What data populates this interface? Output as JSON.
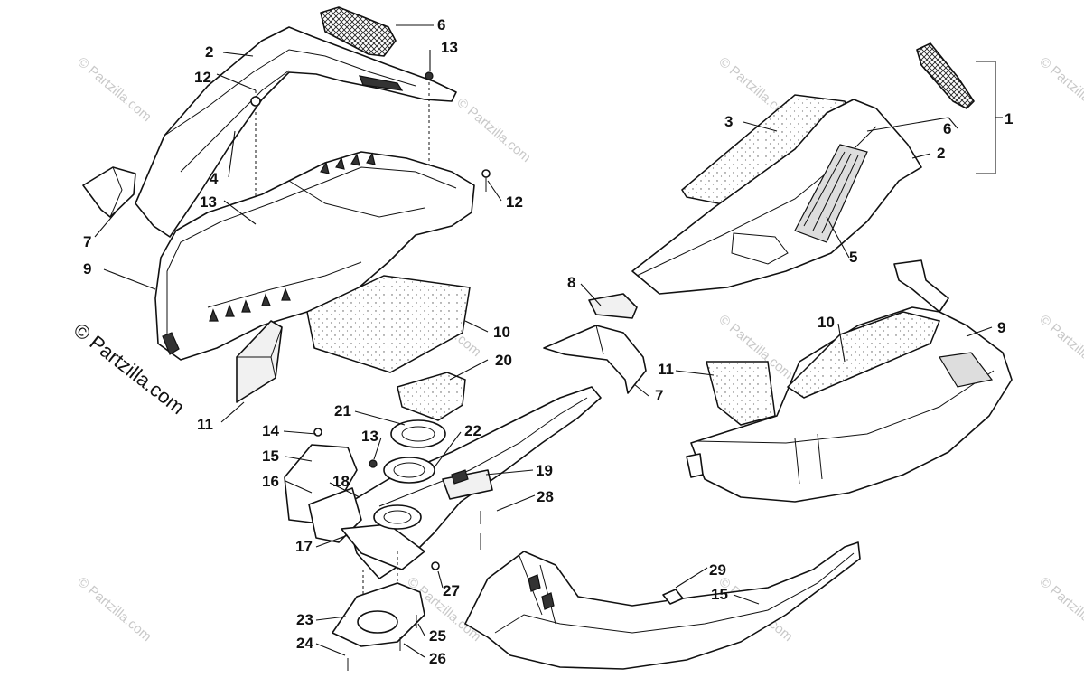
{
  "callouts": [
    {
      "id": "c1",
      "text": "1"
    },
    {
      "id": "c2a",
      "text": "2"
    },
    {
      "id": "c2b",
      "text": "2"
    },
    {
      "id": "c3",
      "text": "3"
    },
    {
      "id": "c4",
      "text": "4"
    },
    {
      "id": "c5",
      "text": "5"
    },
    {
      "id": "c6a",
      "text": "6"
    },
    {
      "id": "c6b",
      "text": "6"
    },
    {
      "id": "c7a",
      "text": "7"
    },
    {
      "id": "c7b",
      "text": "7"
    },
    {
      "id": "c8",
      "text": "8"
    },
    {
      "id": "c9a",
      "text": "9"
    },
    {
      "id": "c9b",
      "text": "9"
    },
    {
      "id": "c10a",
      "text": "10"
    },
    {
      "id": "c10b",
      "text": "10"
    },
    {
      "id": "c11a",
      "text": "11"
    },
    {
      "id": "c11b",
      "text": "11"
    },
    {
      "id": "c12a",
      "text": "12"
    },
    {
      "id": "c12b",
      "text": "12"
    },
    {
      "id": "c13a",
      "text": "13"
    },
    {
      "id": "c13b",
      "text": "13"
    },
    {
      "id": "c13c",
      "text": "13"
    },
    {
      "id": "c14",
      "text": "14"
    },
    {
      "id": "c15a",
      "text": "15"
    },
    {
      "id": "c15b",
      "text": "15"
    },
    {
      "id": "c16",
      "text": "16"
    },
    {
      "id": "c17",
      "text": "17"
    },
    {
      "id": "c18",
      "text": "18"
    },
    {
      "id": "c19",
      "text": "19"
    },
    {
      "id": "c20",
      "text": "20"
    },
    {
      "id": "c21",
      "text": "21"
    },
    {
      "id": "c22",
      "text": "22"
    },
    {
      "id": "c23",
      "text": "23"
    },
    {
      "id": "c24",
      "text": "24"
    },
    {
      "id": "c25",
      "text": "25"
    },
    {
      "id": "c26",
      "text": "26"
    },
    {
      "id": "c27",
      "text": "27"
    },
    {
      "id": "c28",
      "text": "28"
    },
    {
      "id": "c29",
      "text": "29"
    }
  ],
  "watermark": {
    "main": "© Partzilla.com",
    "repeat": "© Partzilla.com"
  },
  "colors": {
    "ink": "#111111",
    "watermark": "#c9c9c9",
    "background": "#ffffff"
  }
}
